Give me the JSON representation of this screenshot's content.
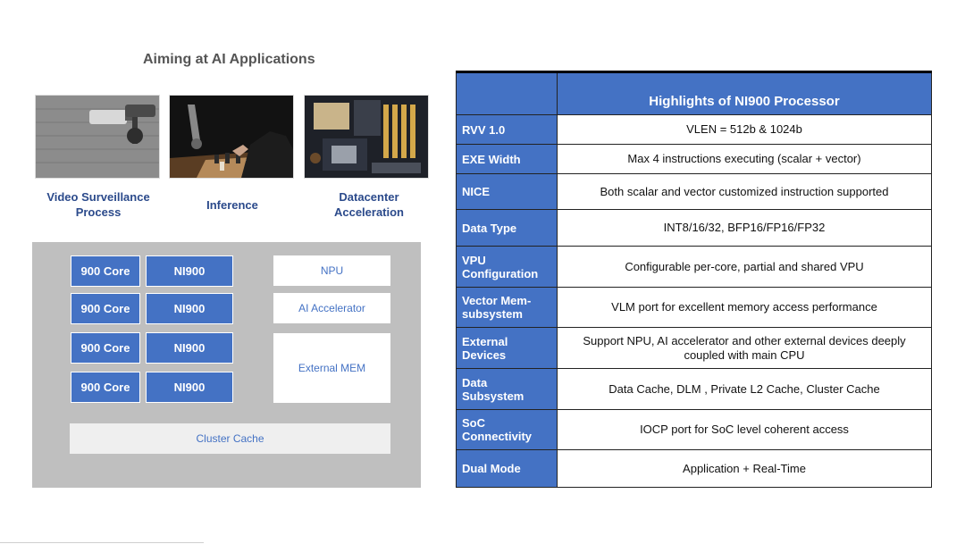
{
  "left": {
    "title": "Aiming at AI Applications",
    "applications": [
      {
        "caption": "Video Surveillance\nProcess",
        "image": "surveillance-camera-photo"
      },
      {
        "caption": "Inference",
        "image": "robot-playing-chess-photo"
      },
      {
        "caption": "Datacenter\nAcceleration",
        "image": "server-board-photo"
      }
    ],
    "architecture": {
      "cores": [
        {
          "core": "900 Core",
          "processor": "NI900"
        },
        {
          "core": "900 Core",
          "processor": "NI900"
        },
        {
          "core": "900 Core",
          "processor": "NI900"
        },
        {
          "core": "900 Core",
          "processor": "NI900"
        }
      ],
      "npu": "NPU",
      "ai_accelerator": "AI Accelerator",
      "external_mem": "External MEM",
      "cluster_cache": "Cluster Cache"
    }
  },
  "table": {
    "title": "Highlights of NI900 Processor",
    "rows": [
      {
        "label": "RVV 1.0",
        "value": "VLEN = 512b & 1024b"
      },
      {
        "label": "EXE Width",
        "value": "Max 4 instructions executing (scalar + vector)"
      },
      {
        "label": "NICE",
        "value": "Both scalar and vector customized instruction supported"
      },
      {
        "label": "Data Type",
        "value": "INT8/16/32, BFP16/FP16/FP32"
      },
      {
        "label": "VPU Configuration",
        "value": "Configurable per-core, partial and shared VPU"
      },
      {
        "label": "Vector Mem-subsystem",
        "value": "VLM port for excellent memory access performance"
      },
      {
        "label": "External Devices",
        "value": "Support NPU, AI accelerator and other external devices deeply coupled with main CPU"
      },
      {
        "label": "Data Subsystem",
        "value": "Data Cache, DLM , Private L2 Cache, Cluster Cache"
      },
      {
        "label": "SoC Connectivity",
        "value": "IOCP port for SoC level coherent access"
      },
      {
        "label": "Dual Mode",
        "value": "Application + Real-Time"
      }
    ]
  },
  "colors": {
    "accent_blue": "#4472c4",
    "caption_blue": "#2b4a8b",
    "panel_gray": "#bfbfbf"
  }
}
